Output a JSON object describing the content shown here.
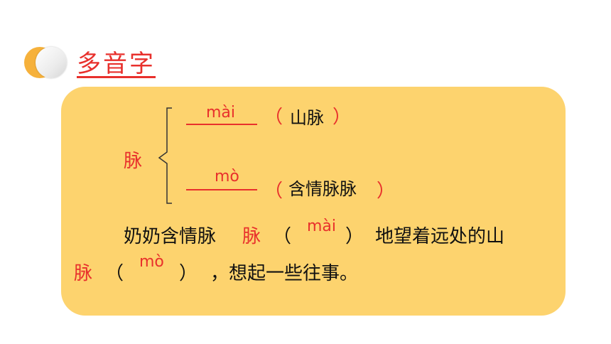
{
  "header": {
    "title": "多音字"
  },
  "entry": {
    "char": "脉",
    "readings": [
      {
        "pinyin": "mài",
        "open": "（",
        "word": "山脉",
        "close": "）"
      },
      {
        "pinyin": "mò",
        "open": "（",
        "word": "含情脉脉",
        "close": "）"
      }
    ]
  },
  "sentence": {
    "part1": "奶奶含情脉",
    "part1_red": "脉",
    "open1": "（",
    "answer1": "mài",
    "close1": "）",
    "part2": "地望着远处的山",
    "line2_red": "脉",
    "open2": "（",
    "answer2": "mò",
    "close2": "）",
    "part3": "，想起一些往事。"
  },
  "colors": {
    "accent": "#e8302c",
    "panel": "#fdd36e",
    "badge": "#f6b13b"
  }
}
